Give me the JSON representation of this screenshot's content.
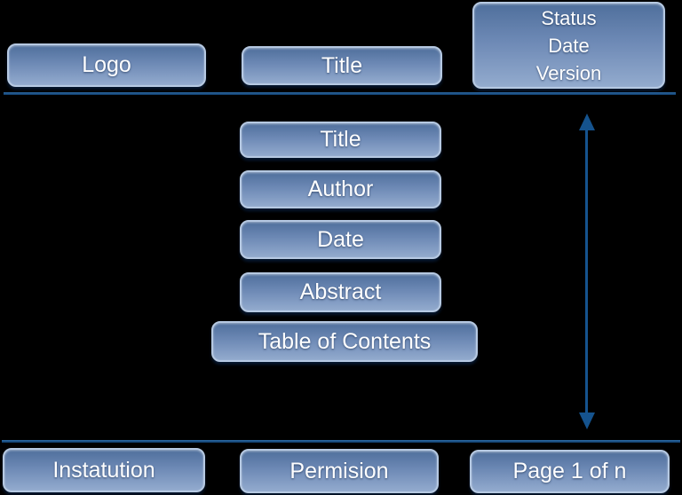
{
  "canvas": {
    "background": "#000000",
    "description": "Document page layout diagram on black background"
  },
  "palette": {
    "box_gradient_top": "#4f6f9c",
    "box_gradient_bottom": "#93abce",
    "box_border": "#b6c9e2",
    "box_text": "#ffffff",
    "line_and_arrow": "#15538e"
  },
  "header": {
    "logo_label": "Logo",
    "title_label": "Title",
    "status_lines": [
      "Status",
      "Date",
      "Version"
    ]
  },
  "body": {
    "items": [
      {
        "label": "Title"
      },
      {
        "label": "Author"
      },
      {
        "label": "Date"
      },
      {
        "label": "Abstract"
      },
      {
        "label": "Table of Contents"
      }
    ]
  },
  "footer": {
    "institution_label": "Instatution",
    "permission_label": "Permision",
    "page_label": "Page 1 of n"
  },
  "arrow": {
    "type": "vertical-double-arrow"
  }
}
